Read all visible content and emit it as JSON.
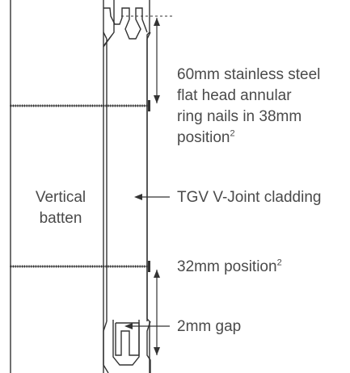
{
  "labels": {
    "nails_line1": "60mm stainless steel",
    "nails_line2": "flat head annular",
    "nails_line3": "ring nails in 38mm",
    "nails_line4": "position",
    "nails_sup": "2",
    "batten_line1": "Vertical",
    "batten_line2": "batten",
    "cladding": "TGV V-Joint  cladding",
    "position32": "32mm position",
    "position32_sup": "2",
    "gap": "2mm gap"
  },
  "colors": {
    "line": "#333333",
    "text": "#4a4a4a",
    "dashed": "#333333"
  }
}
